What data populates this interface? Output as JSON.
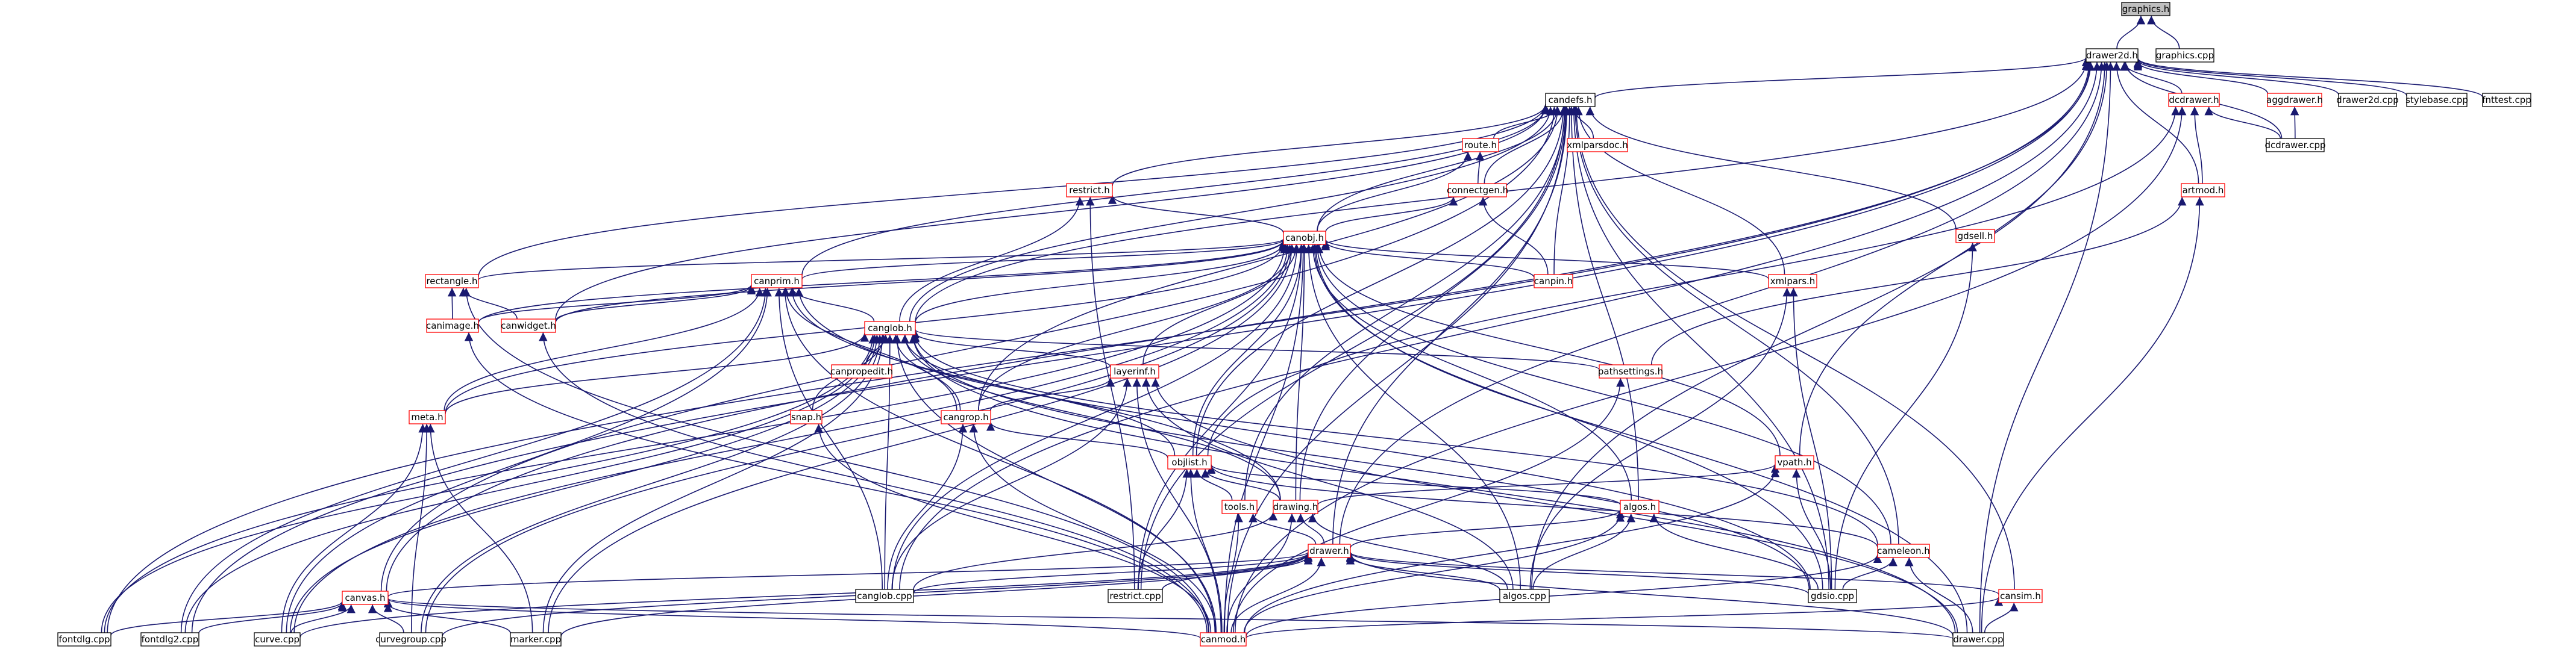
{
  "colors": {
    "edge": "#191970",
    "node_border_normal": "#000000",
    "node_border_incomplete": "#ff0000",
    "node_fill_root": "#bfbfbf",
    "node_fill": "#ffffff",
    "text": "#000000"
  },
  "nodes": [
    {
      "id": "graphics_h",
      "label": "graphics.h",
      "style": "root"
    },
    {
      "id": "drawer2d_h",
      "label": "drawer2d.h",
      "style": "normal"
    },
    {
      "id": "graphics_cpp",
      "label": "graphics.cpp",
      "style": "normal"
    },
    {
      "id": "candefs_h",
      "label": "candefs.h",
      "style": "normal"
    },
    {
      "id": "dcdrawer_h",
      "label": "dcdrawer.h",
      "style": "incomplete"
    },
    {
      "id": "aggdrawer_h",
      "label": "aggdrawer.h",
      "style": "incomplete"
    },
    {
      "id": "drawer2d_cpp",
      "label": "drawer2d.cpp",
      "style": "normal"
    },
    {
      "id": "stylebase_cpp",
      "label": "stylebase.cpp",
      "style": "normal"
    },
    {
      "id": "fnttest_cpp",
      "label": "fnttest.cpp",
      "style": "normal"
    },
    {
      "id": "dcdrawer_cpp",
      "label": "dcdrawer.cpp",
      "style": "normal"
    },
    {
      "id": "route_h",
      "label": "route.h",
      "style": "incomplete"
    },
    {
      "id": "xmlparsdoc_h",
      "label": "xmlparsdoc.h",
      "style": "incomplete"
    },
    {
      "id": "artmod_h",
      "label": "artmod.h",
      "style": "incomplete"
    },
    {
      "id": "restrict_h",
      "label": "restrict.h",
      "style": "incomplete"
    },
    {
      "id": "connectgen_h",
      "label": "connectgen.h",
      "style": "incomplete"
    },
    {
      "id": "canobj_h",
      "label": "canobj.h",
      "style": "incomplete"
    },
    {
      "id": "gdsell_h",
      "label": "gdsell.h",
      "style": "incomplete"
    },
    {
      "id": "rectangle_h",
      "label": "rectangle.h",
      "style": "incomplete"
    },
    {
      "id": "canprim_h",
      "label": "canprim.h",
      "style": "incomplete"
    },
    {
      "id": "canpin_h",
      "label": "canpin.h",
      "style": "incomplete"
    },
    {
      "id": "xmlpars_h",
      "label": "xmlpars.h",
      "style": "incomplete"
    },
    {
      "id": "canimage_h",
      "label": "canimage.h",
      "style": "incomplete"
    },
    {
      "id": "canwidget_h",
      "label": "canwidget.h",
      "style": "incomplete"
    },
    {
      "id": "canglob_h",
      "label": "canglob.h",
      "style": "incomplete"
    },
    {
      "id": "canpropedit_h",
      "label": "canpropedit.h",
      "style": "incomplete"
    },
    {
      "id": "layerinf_h",
      "label": "layerinf.h",
      "style": "incomplete"
    },
    {
      "id": "pathsettings_h",
      "label": "pathsettings.h",
      "style": "incomplete"
    },
    {
      "id": "meta_h",
      "label": "meta.h",
      "style": "incomplete"
    },
    {
      "id": "snap_h",
      "label": "snap.h",
      "style": "incomplete"
    },
    {
      "id": "cangrop_h",
      "label": "cangrop.h",
      "style": "incomplete"
    },
    {
      "id": "objlist_h",
      "label": "objlist.h",
      "style": "incomplete"
    },
    {
      "id": "vpath_h",
      "label": "vpath.h",
      "style": "incomplete"
    },
    {
      "id": "tools_h",
      "label": "tools.h",
      "style": "incomplete"
    },
    {
      "id": "drawing_h",
      "label": "drawing.h",
      "style": "incomplete"
    },
    {
      "id": "algos_h",
      "label": "algos.h",
      "style": "incomplete"
    },
    {
      "id": "cameleon_h",
      "label": "cameleon.h",
      "style": "incomplete"
    },
    {
      "id": "drawer_h",
      "label": "drawer.h",
      "style": "incomplete"
    },
    {
      "id": "canvas_h",
      "label": "canvas.h",
      "style": "incomplete"
    },
    {
      "id": "canglob_cpp",
      "label": "canglob.cpp",
      "style": "normal"
    },
    {
      "id": "restrict_cpp",
      "label": "restrict.cpp",
      "style": "normal"
    },
    {
      "id": "algos_cpp",
      "label": "algos.cpp",
      "style": "normal"
    },
    {
      "id": "gdsio_cpp",
      "label": "gdsio.cpp",
      "style": "normal"
    },
    {
      "id": "cansim_h",
      "label": "cansim.h",
      "style": "incomplete"
    },
    {
      "id": "fontdlg_cpp",
      "label": "fontdlg.cpp",
      "style": "normal"
    },
    {
      "id": "fontdlg2_cpp",
      "label": "fontdlg2.cpp",
      "style": "normal"
    },
    {
      "id": "curve_cpp",
      "label": "curve.cpp",
      "style": "normal"
    },
    {
      "id": "curvegroup_cpp",
      "label": "curvegroup.cpp",
      "style": "normal"
    },
    {
      "id": "marker_cpp",
      "label": "marker.cpp",
      "style": "normal"
    },
    {
      "id": "canmod_h",
      "label": "canmod.h",
      "style": "incomplete"
    },
    {
      "id": "drawer_cpp",
      "label": "drawer.cpp",
      "style": "normal"
    }
  ],
  "edges": [
    [
      "graphics_h",
      "drawer2d_h"
    ],
    [
      "graphics_h",
      "graphics_cpp"
    ],
    [
      "drawer2d_h",
      "candefs_h"
    ],
    [
      "drawer2d_h",
      "dcdrawer_h"
    ],
    [
      "drawer2d_h",
      "aggdrawer_h"
    ],
    [
      "drawer2d_h",
      "drawer2d_cpp"
    ],
    [
      "drawer2d_h",
      "stylebase_cpp"
    ],
    [
      "drawer2d_h",
      "fnttest_cpp"
    ],
    [
      "drawer2d_h",
      "dcdrawer_cpp"
    ],
    [
      "drawer2d_h",
      "artmod_h"
    ],
    [
      "drawer2d_h",
      "canglob_h"
    ],
    [
      "drawer2d_h",
      "drawer_h"
    ],
    [
      "drawer2d_h",
      "vpath_h"
    ],
    [
      "drawer2d_h",
      "fontdlg_cpp"
    ],
    [
      "drawer2d_h",
      "fontdlg2_cpp"
    ],
    [
      "drawer2d_h",
      "canvas_h"
    ],
    [
      "drawer2d_h",
      "canglob_cpp"
    ],
    [
      "drawer2d_h",
      "drawer_cpp"
    ],
    [
      "drawer2d_h",
      "algos_cpp"
    ],
    [
      "dcdrawer_h",
      "dcdrawer_cpp"
    ],
    [
      "dcdrawer_h",
      "canmod_h"
    ],
    [
      "dcdrawer_h",
      "artmod_h"
    ],
    [
      "dcdrawer_h",
      "objlist_h"
    ],
    [
      "aggdrawer_h",
      "dcdrawer_cpp"
    ],
    [
      "artmod_h",
      "pathsettings_h"
    ],
    [
      "artmod_h",
      "drawer_cpp"
    ],
    [
      "candefs_h",
      "route_h"
    ],
    [
      "candefs_h",
      "xmlparsdoc_h"
    ],
    [
      "candefs_h",
      "restrict_h"
    ],
    [
      "candefs_h",
      "connectgen_h"
    ],
    [
      "candefs_h",
      "canobj_h"
    ],
    [
      "candefs_h",
      "gdsell_h"
    ],
    [
      "candefs_h",
      "rectangle_h"
    ],
    [
      "candefs_h",
      "canprim_h"
    ],
    [
      "candefs_h",
      "canpin_h"
    ],
    [
      "candefs_h",
      "xmlpars_h"
    ],
    [
      "candefs_h",
      "canwidget_h"
    ],
    [
      "candefs_h",
      "canglob_h"
    ],
    [
      "candefs_h",
      "cangrop_h"
    ],
    [
      "candefs_h",
      "objlist_h"
    ],
    [
      "candefs_h",
      "tools_h"
    ],
    [
      "candefs_h",
      "drawer_h"
    ],
    [
      "candefs_h",
      "algos_h"
    ],
    [
      "candefs_h",
      "cameleon_h"
    ],
    [
      "candefs_h",
      "canvas_h"
    ],
    [
      "candefs_h",
      "restrict_cpp"
    ],
    [
      "candefs_h",
      "gdsio_cpp"
    ],
    [
      "candefs_h",
      "cansim_h"
    ],
    [
      "candefs_h",
      "canmod_h"
    ],
    [
      "candefs_h",
      "drawing_h"
    ],
    [
      "route_h",
      "connectgen_h"
    ],
    [
      "route_h",
      "canobj_h"
    ],
    [
      "connectgen_h",
      "canobj_h"
    ],
    [
      "connectgen_h",
      "canpin_h"
    ],
    [
      "restrict_h",
      "canobj_h"
    ],
    [
      "restrict_h",
      "canglob_h"
    ],
    [
      "restrict_h",
      "restrict_cpp"
    ],
    [
      "gdsell_h",
      "gdsio_cpp"
    ],
    [
      "canobj_h",
      "rectangle_h"
    ],
    [
      "canobj_h",
      "canprim_h"
    ],
    [
      "canobj_h",
      "canpin_h"
    ],
    [
      "canobj_h",
      "xmlpars_h"
    ],
    [
      "canobj_h",
      "canimage_h"
    ],
    [
      "canobj_h",
      "canwidget_h"
    ],
    [
      "canobj_h",
      "canglob_h"
    ],
    [
      "canobj_h",
      "layerinf_h"
    ],
    [
      "canobj_h",
      "meta_h"
    ],
    [
      "canobj_h",
      "cangrop_h"
    ],
    [
      "canobj_h",
      "objlist_h"
    ],
    [
      "canobj_h",
      "vpath_h"
    ],
    [
      "canobj_h",
      "drawing_h"
    ],
    [
      "canobj_h",
      "algos_h"
    ],
    [
      "canobj_h",
      "cameleon_h"
    ],
    [
      "canobj_h",
      "canglob_cpp"
    ],
    [
      "canobj_h",
      "restrict_cpp"
    ],
    [
      "canobj_h",
      "algos_cpp"
    ],
    [
      "canobj_h",
      "gdsio_cpp"
    ],
    [
      "canobj_h",
      "curve_cpp"
    ],
    [
      "canobj_h",
      "curvegroup_cpp"
    ],
    [
      "canobj_h",
      "marker_cpp"
    ],
    [
      "canobj_h",
      "canmod_h"
    ],
    [
      "canobj_h",
      "drawer_cpp"
    ],
    [
      "canobj_h",
      "fontdlg_cpp"
    ],
    [
      "rectangle_h",
      "canimage_h"
    ],
    [
      "rectangle_h",
      "canwidget_h"
    ],
    [
      "rectangle_h",
      "canmod_h"
    ],
    [
      "canprim_h",
      "canimage_h"
    ],
    [
      "canprim_h",
      "canwidget_h"
    ],
    [
      "canprim_h",
      "canglob_h"
    ],
    [
      "canprim_h",
      "cangrop_h"
    ],
    [
      "canprim_h",
      "meta_h"
    ],
    [
      "canprim_h",
      "drawing_h"
    ],
    [
      "canprim_h",
      "canmod_h"
    ],
    [
      "canprim_h",
      "curve_cpp"
    ],
    [
      "canprim_h",
      "fontdlg2_cpp"
    ],
    [
      "canprim_h",
      "canglob_cpp"
    ],
    [
      "canprim_h",
      "gdsio_cpp"
    ],
    [
      "xmlpars_h",
      "gdsio_cpp"
    ],
    [
      "xmlpars_h",
      "algos_cpp"
    ],
    [
      "canimage_h",
      "canmod_h"
    ],
    [
      "canwidget_h",
      "canmod_h"
    ],
    [
      "canglob_h",
      "canpropedit_h"
    ],
    [
      "canglob_h",
      "layerinf_h"
    ],
    [
      "canglob_h",
      "pathsettings_h"
    ],
    [
      "canglob_h",
      "meta_h"
    ],
    [
      "canglob_h",
      "snap_h"
    ],
    [
      "canglob_h",
      "cangrop_h"
    ],
    [
      "canglob_h",
      "objlist_h"
    ],
    [
      "canglob_h",
      "drawing_h"
    ],
    [
      "canglob_h",
      "cameleon_h"
    ],
    [
      "canglob_h",
      "canglob_cpp"
    ],
    [
      "canglob_h",
      "canmod_h"
    ],
    [
      "canglob_h",
      "curve_cpp"
    ],
    [
      "canglob_h",
      "curvegroup_cpp"
    ],
    [
      "canglob_h",
      "marker_cpp"
    ],
    [
      "canglob_h",
      "fontdlg_cpp"
    ],
    [
      "canglob_h",
      "fontdlg2_cpp"
    ],
    [
      "canglob_h",
      "gdsio_cpp"
    ],
    [
      "canglob_h",
      "drawer_cpp"
    ],
    [
      "layerinf_h",
      "cangrop_h"
    ],
    [
      "layerinf_h",
      "canglob_cpp"
    ],
    [
      "layerinf_h",
      "canmod_h"
    ],
    [
      "layerinf_h",
      "drawer_cpp"
    ],
    [
      "layerinf_h",
      "algos_cpp"
    ],
    [
      "pathsettings_h",
      "canmod_h"
    ],
    [
      "meta_h",
      "curve_cpp"
    ],
    [
      "meta_h",
      "curvegroup_cpp"
    ],
    [
      "meta_h",
      "marker_cpp"
    ],
    [
      "snap_h",
      "canmod_h"
    ],
    [
      "cangrop_h",
      "objlist_h"
    ],
    [
      "cangrop_h",
      "canglob_cpp"
    ],
    [
      "cangrop_h",
      "canmod_h"
    ],
    [
      "objlist_h",
      "tools_h"
    ],
    [
      "objlist_h",
      "drawing_h"
    ],
    [
      "objlist_h",
      "algos_h"
    ],
    [
      "objlist_h",
      "cameleon_h"
    ],
    [
      "objlist_h",
      "restrict_cpp"
    ],
    [
      "objlist_h",
      "canmod_h"
    ],
    [
      "vpath_h",
      "drawing_h"
    ],
    [
      "vpath_h",
      "gdsio_cpp"
    ],
    [
      "vpath_h",
      "canmod_h"
    ],
    [
      "tools_h",
      "drawer_h"
    ],
    [
      "tools_h",
      "canmod_h"
    ],
    [
      "drawing_h",
      "drawer_h"
    ],
    [
      "drawing_h",
      "canglob_cpp"
    ],
    [
      "drawing_h",
      "canmod_h"
    ],
    [
      "drawing_h",
      "algos_cpp"
    ],
    [
      "algos_h",
      "drawer_h"
    ],
    [
      "algos_h",
      "algos_cpp"
    ],
    [
      "algos_h",
      "gdsio_cpp"
    ],
    [
      "algos_h",
      "canmod_h"
    ],
    [
      "cameleon_h",
      "gdsio_cpp"
    ],
    [
      "cameleon_h",
      "canmod_h"
    ],
    [
      "cameleon_h",
      "drawer_cpp"
    ],
    [
      "drawer_h",
      "canvas_h"
    ],
    [
      "drawer_h",
      "canglob_cpp"
    ],
    [
      "drawer_h",
      "restrict_cpp"
    ],
    [
      "drawer_h",
      "algos_cpp"
    ],
    [
      "drawer_h",
      "gdsio_cpp"
    ],
    [
      "drawer_h",
      "cansim_h"
    ],
    [
      "drawer_h",
      "canmod_h"
    ],
    [
      "drawer_h",
      "curve_cpp"
    ],
    [
      "drawer_h",
      "curvegroup_cpp"
    ],
    [
      "drawer_h",
      "marker_cpp"
    ],
    [
      "drawer_h",
      "drawer_cpp"
    ],
    [
      "canvas_h",
      "fontdlg_cpp"
    ],
    [
      "canvas_h",
      "fontdlg2_cpp"
    ],
    [
      "canvas_h",
      "curve_cpp"
    ],
    [
      "canvas_h",
      "curvegroup_cpp"
    ],
    [
      "canvas_h",
      "marker_cpp"
    ],
    [
      "canvas_h",
      "canmod_h"
    ],
    [
      "canvas_h",
      "drawer_cpp"
    ],
    [
      "cansim_h",
      "canmod_h"
    ],
    [
      "cansim_h",
      "drawer_cpp"
    ]
  ]
}
